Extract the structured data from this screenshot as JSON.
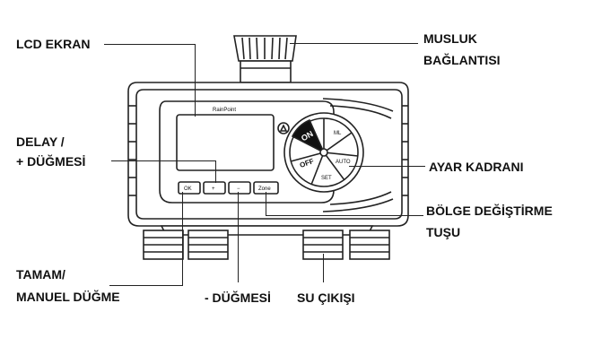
{
  "labels": {
    "lcd": "LCD EKRAN",
    "faucet_line1": "MUSLUK",
    "faucet_line2": "BAĞLANTISI",
    "delay_line1": "DELAY /",
    "delay_line2": "+ DÜĞMESİ",
    "dial": "AYAR KADRANI",
    "zone_line1": "BÖLGE DEĞİŞTİRME",
    "zone_line2": "TUŞU",
    "ok_line1": "TAMAM/",
    "ok_line2": "MANUEL DÜĞME",
    "minus": "- DÜĞMESİ",
    "outlet": "SU ÇIKIŞI"
  },
  "device": {
    "brand": "RainPoint",
    "dial_on": "ON",
    "dial_off": "OFF",
    "dial_set": "SET",
    "dial_auto": "AUTO",
    "dial_ml": "ML",
    "button_ok": "OK",
    "button_plus": "+",
    "button_minus": "−",
    "button_zone": "Zone"
  }
}
